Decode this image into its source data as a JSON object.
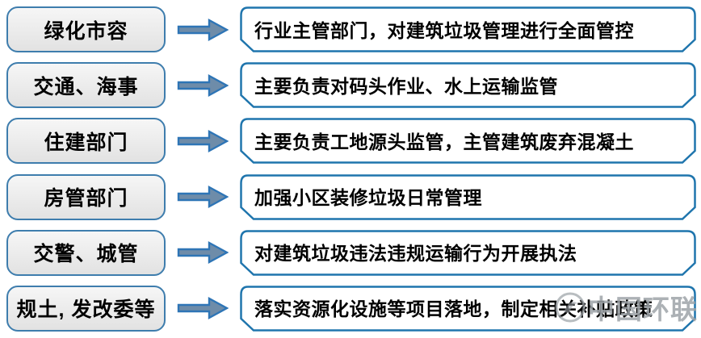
{
  "diagram_title": "",
  "colors": {
    "dept_box_border": "#3e7dad",
    "dept_box_fill": "#ececec",
    "desc_box_border": "#1f75ad",
    "desc_box_fill": "#ffffff",
    "arrow_fill": "#6e8ca9",
    "arrow_border": "#2e75b6",
    "text": "#000000",
    "watermark_gray": "#9ea3a8"
  },
  "rows": [
    {
      "department": "绿化市容",
      "description": "行业主管部门，对建筑垃圾管理进行全面管控"
    },
    {
      "department": "交通、海事",
      "description": "主要负责对码头作业、水上运输监管"
    },
    {
      "department": "住建部门",
      "description": "主要负责工地源头监管，主管建筑废弃混凝土"
    },
    {
      "department": "房管部门",
      "description": "加强小区装修垃圾日常管理"
    },
    {
      "department": "交警、城管",
      "description": "对建筑垃圾违法违规运输行为开展执法"
    },
    {
      "department": "规土, 发改委等",
      "description": "落实资源化设施等项目落地，制定相关补贴政策"
    }
  ],
  "watermark": {
    "text": "中国环联"
  }
}
